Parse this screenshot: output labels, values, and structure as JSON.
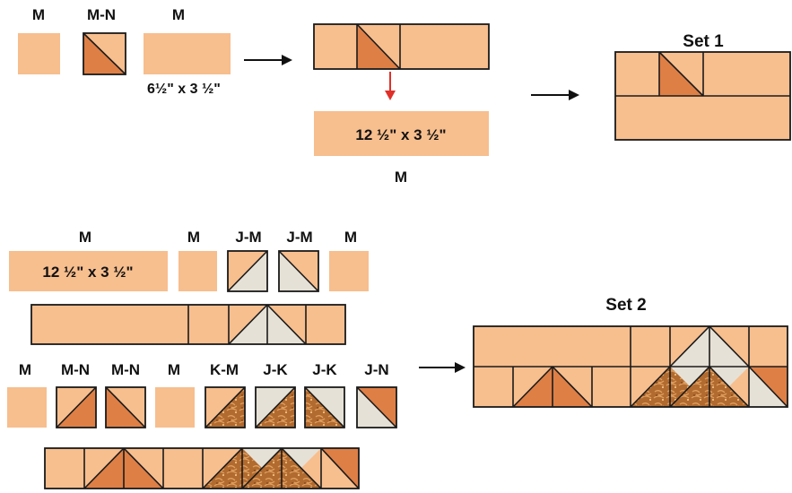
{
  "colors": {
    "peach": "#F7BE8E",
    "orange": "#DE7F46",
    "cream": "#E6E1D6",
    "fabric_brown": "#B16A2F",
    "outline": "#1a1a1a",
    "arrow_red": "#E0302A"
  },
  "step1": {
    "label_m1": "M",
    "label_mn": "M-N",
    "label_m2": "M",
    "dim_small": "6½\" x 3 ½\"",
    "dim_long": "12 ½\" x 3 ½\"",
    "label_below": "M",
    "set_title": "Set 1"
  },
  "step2": {
    "row_a_labels": [
      "M",
      "M",
      "J-M",
      "J-M",
      "M"
    ],
    "dim_long": "12 ½\" x 3 ½\"",
    "row_b_labels": [
      "M",
      "M-N",
      "M-N",
      "M",
      "K-M",
      "J-K",
      "J-K",
      "J-N"
    ],
    "set_title": "Set 2"
  },
  "icons": [
    "arrow-right-icon",
    "arrow-down-icon"
  ]
}
